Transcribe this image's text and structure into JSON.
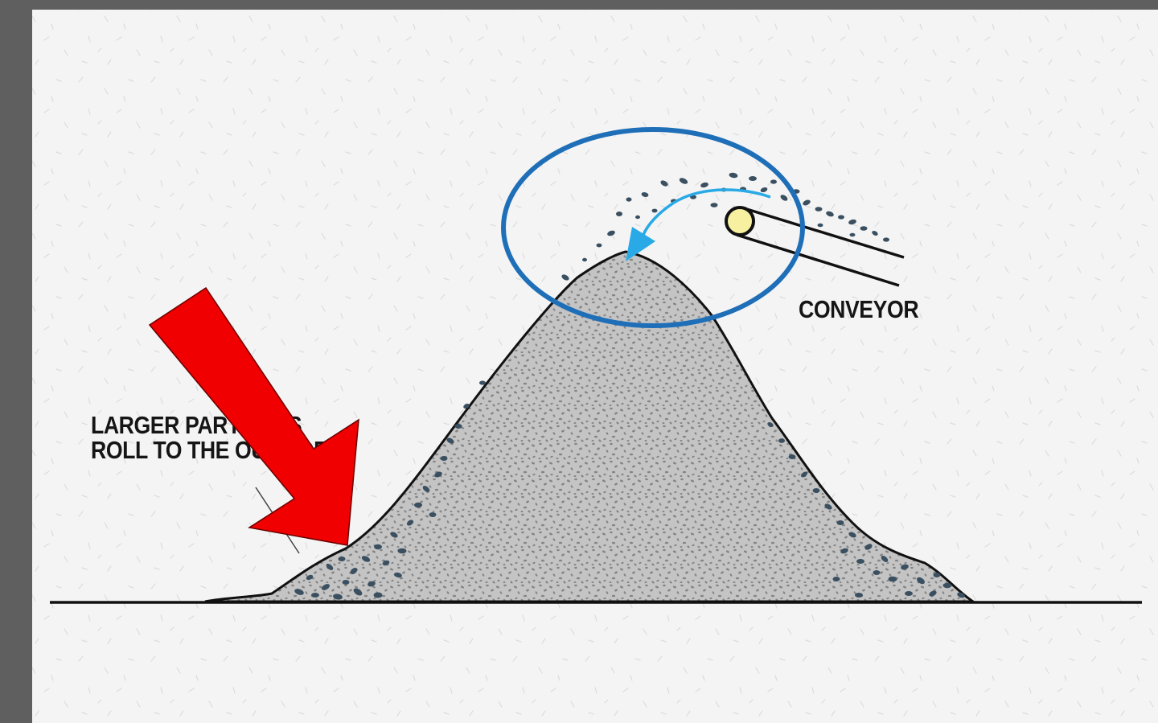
{
  "labels": {
    "conveyor": "CONVEYOR",
    "particles_line1": "LARGER PARTICLES",
    "particles_line2": "ROLL TO THE OUTSIDE"
  },
  "colors": {
    "frame": "#5f5f5f",
    "background": "#f4f4f4",
    "pile_fill": "#c4c4c4",
    "coarse_particles": "#3a4f60",
    "fine_particles": "#888888",
    "highlight_circle": "#1f6fb8",
    "flow_arrow": "#29a9e6",
    "pointer_arrow": "#f00000",
    "roller": "#f6f0a0"
  },
  "icons": {
    "pointer": "red-arrow-icon",
    "flow": "curved-arrow-icon",
    "roller": "conveyor-roller-icon"
  }
}
